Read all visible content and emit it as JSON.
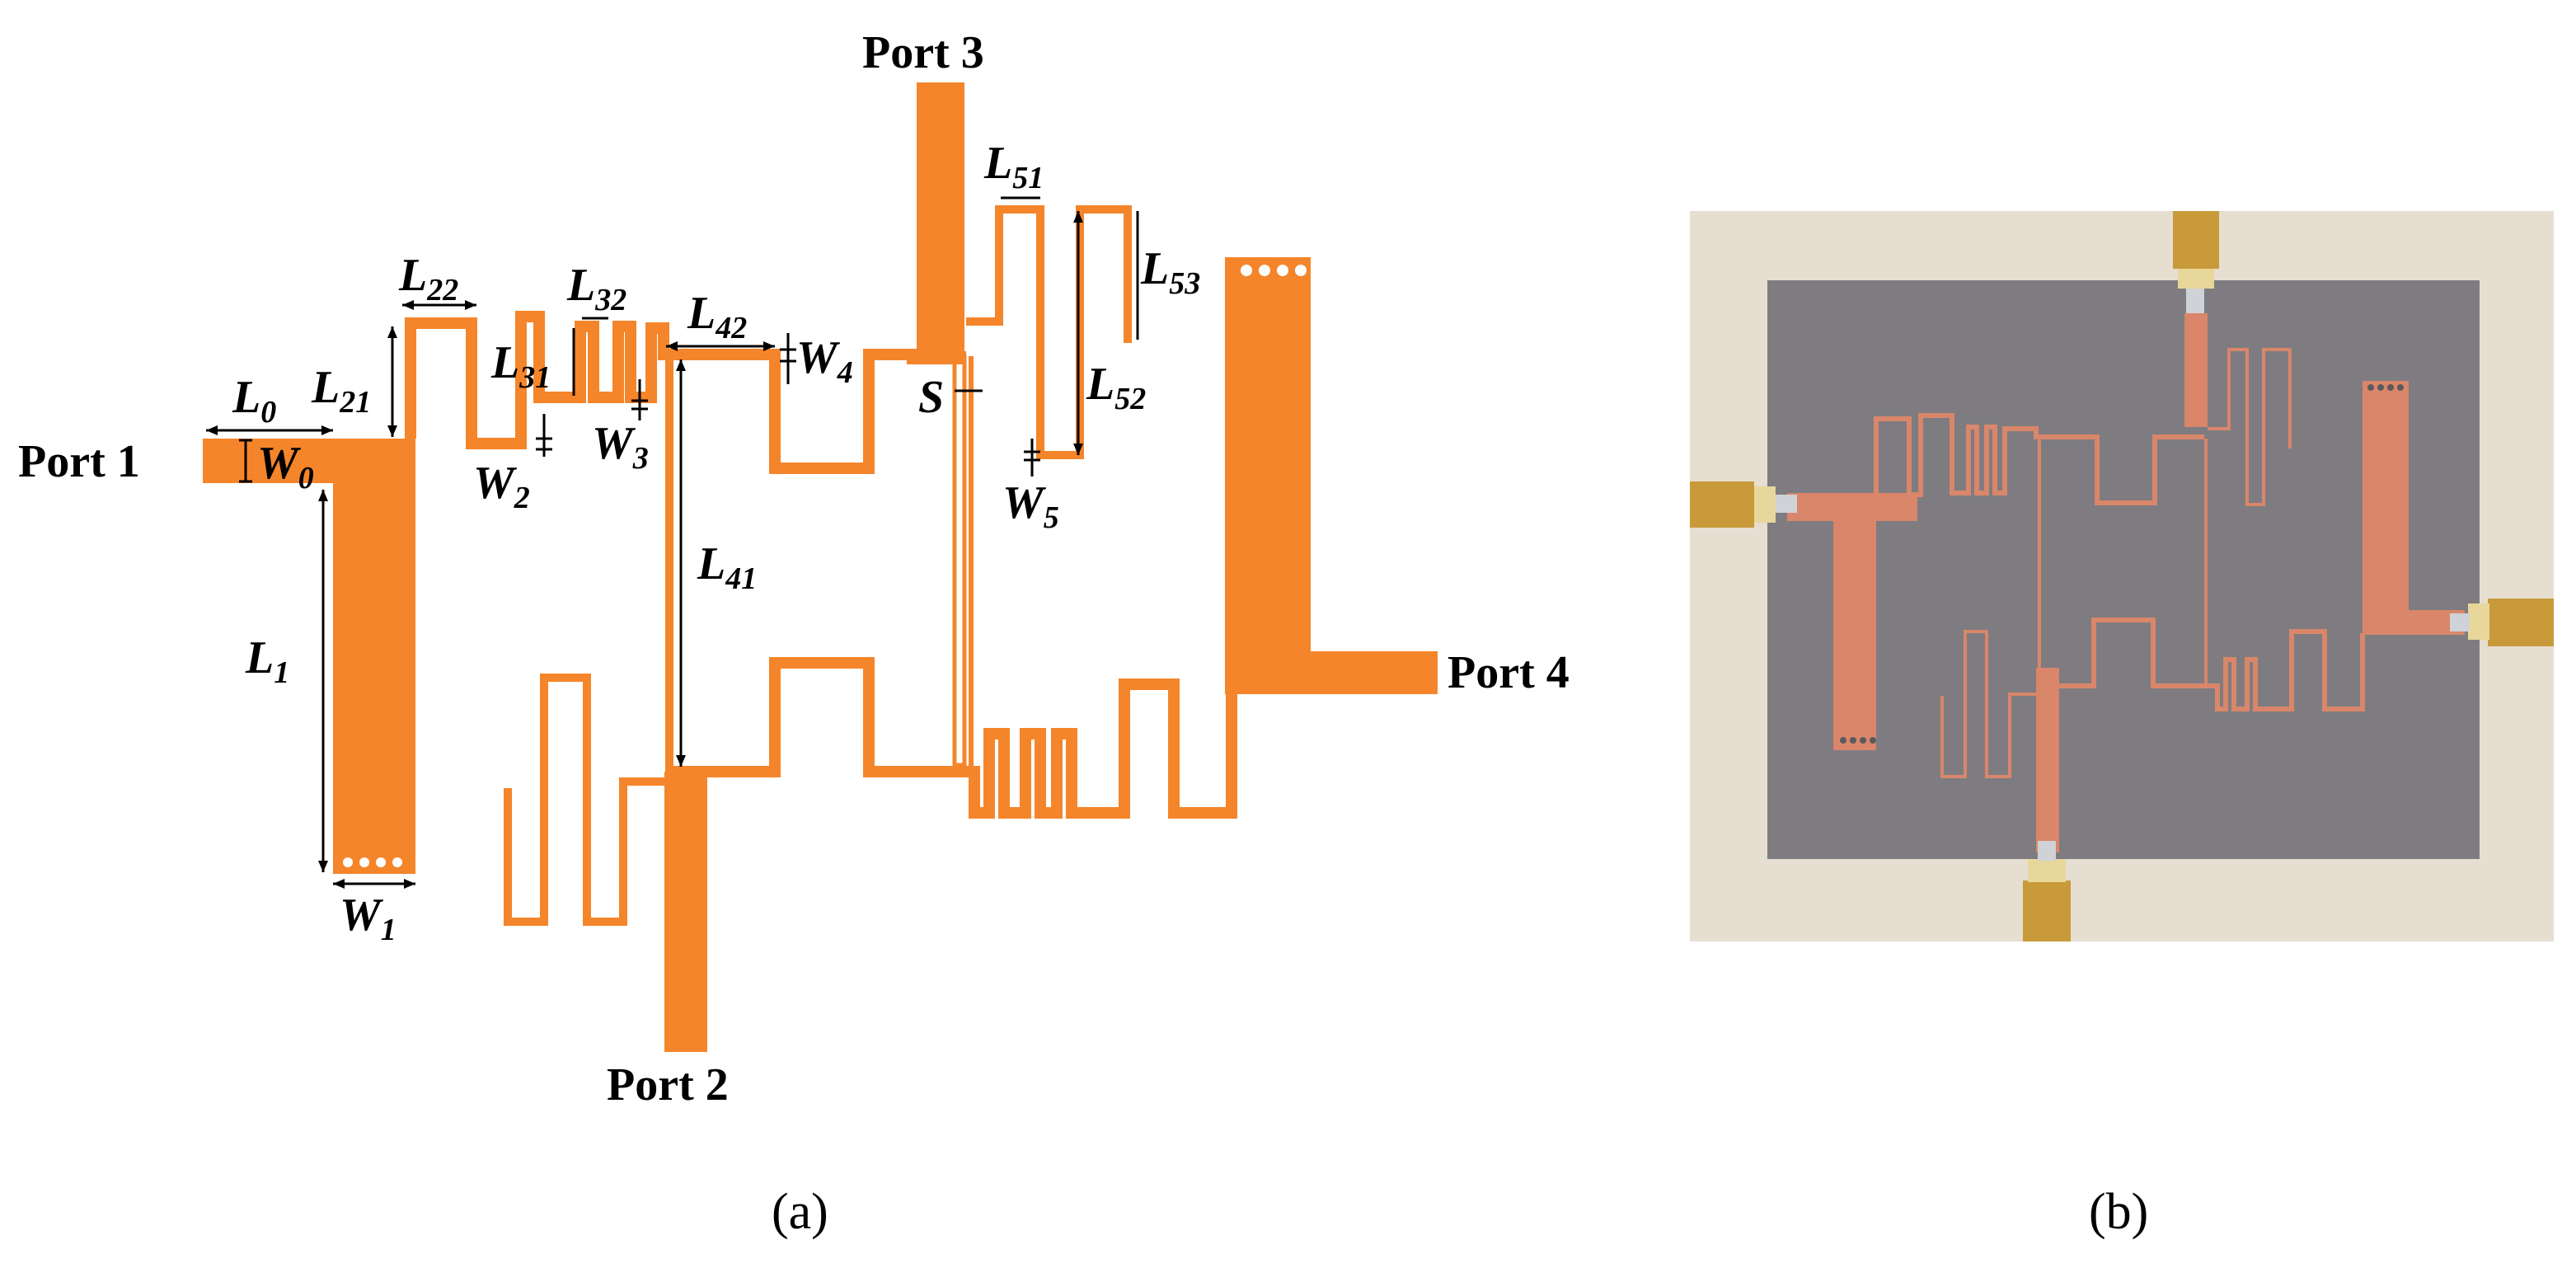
{
  "panel_a": {
    "ports": {
      "p1": "Port 1",
      "p2": "Port 2",
      "p3": "Port 3",
      "p4": "Port 4"
    },
    "dimensions": {
      "L0": {
        "main": "L",
        "sub": "0"
      },
      "W0": {
        "main": "W",
        "sub": "0"
      },
      "L1": {
        "main": "L",
        "sub": "1"
      },
      "W1": {
        "main": "W",
        "sub": "1"
      },
      "L21": {
        "main": "L",
        "sub": "21"
      },
      "L22": {
        "main": "L",
        "sub": "22"
      },
      "W2": {
        "main": "W",
        "sub": "2"
      },
      "L31": {
        "main": "L",
        "sub": "31"
      },
      "L32": {
        "main": "L",
        "sub": "32"
      },
      "W3": {
        "main": "W",
        "sub": "3"
      },
      "L41": {
        "main": "L",
        "sub": "41"
      },
      "L42": {
        "main": "L",
        "sub": "42"
      },
      "W4": {
        "main": "W",
        "sub": "4"
      },
      "S": {
        "main": "S",
        "sub": ""
      },
      "L51": {
        "main": "L",
        "sub": "51"
      },
      "L52": {
        "main": "L",
        "sub": "52"
      },
      "L53": {
        "main": "L",
        "sub": "53"
      },
      "W5": {
        "main": "W",
        "sub": "5"
      }
    },
    "caption": "(a)"
  },
  "panel_b": {
    "caption": "(b)"
  },
  "colors": {
    "trace": "#f5852a",
    "background": "#ffffff",
    "photo_table": "#e6ded1",
    "photo_board": "#7e7c80",
    "photo_copper": "#d9866a",
    "photo_connector": "#c89a3a"
  }
}
